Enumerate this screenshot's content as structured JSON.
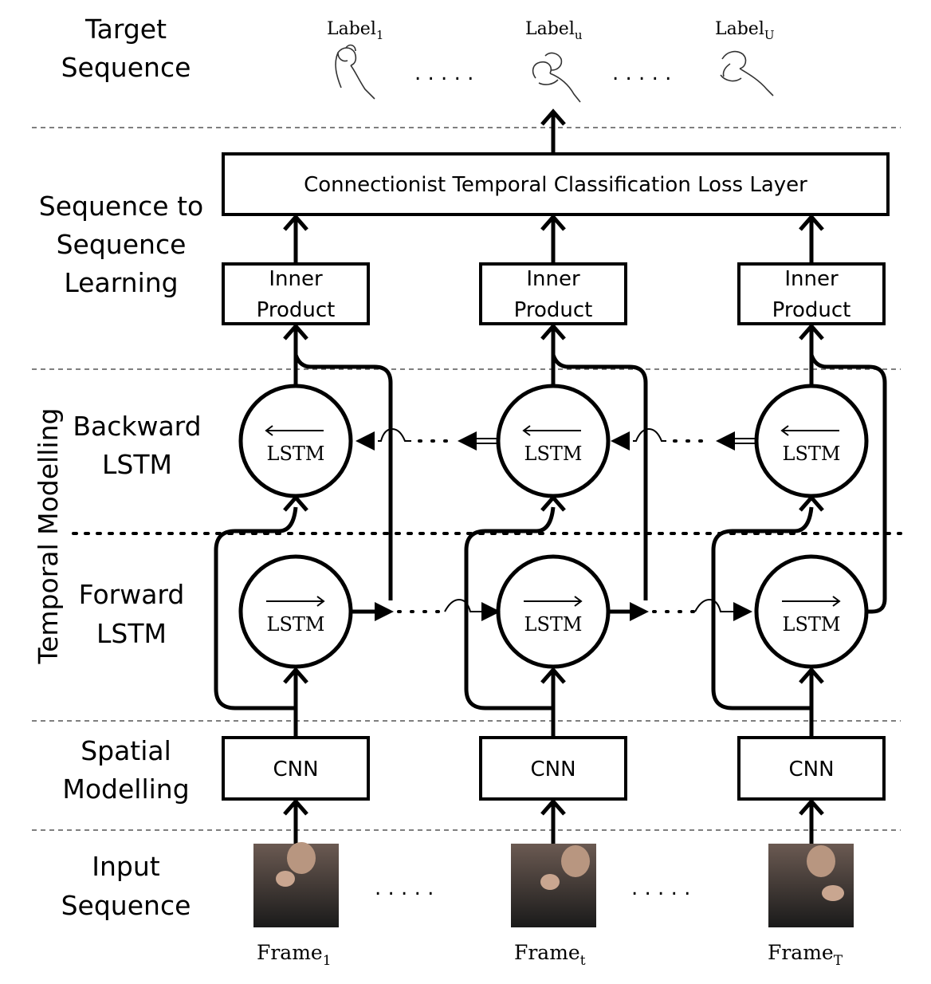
{
  "rows": {
    "target_sequence": [
      "Target",
      "Sequence"
    ],
    "seq2seq": [
      "Sequence to",
      "Sequence",
      "Learning"
    ],
    "temporal": "Temporal Modelling",
    "backward_lstm": [
      "Backward",
      "LSTM"
    ],
    "forward_lstm": [
      "Forward",
      "LSTM"
    ],
    "spatial": [
      "Spatial",
      "Modelling"
    ],
    "input_sequence": [
      "Input",
      "Sequence"
    ]
  },
  "labels": [
    {
      "base": "Label",
      "sub": "1"
    },
    {
      "base": "Label",
      "sub": "u"
    },
    {
      "base": "Label",
      "sub": "U"
    }
  ],
  "ctc_layer": "Connectionist Temporal Classification Loss Layer",
  "inner_product": [
    "Inner",
    "Product"
  ],
  "lstm": "LSTM",
  "cnn": "CNN",
  "frames": [
    {
      "base": "Frame",
      "sub": "1"
    },
    {
      "base": "Frame",
      "sub": "t"
    },
    {
      "base": "Frame",
      "sub": "T"
    }
  ],
  "ellipsis": ". . . . ."
}
